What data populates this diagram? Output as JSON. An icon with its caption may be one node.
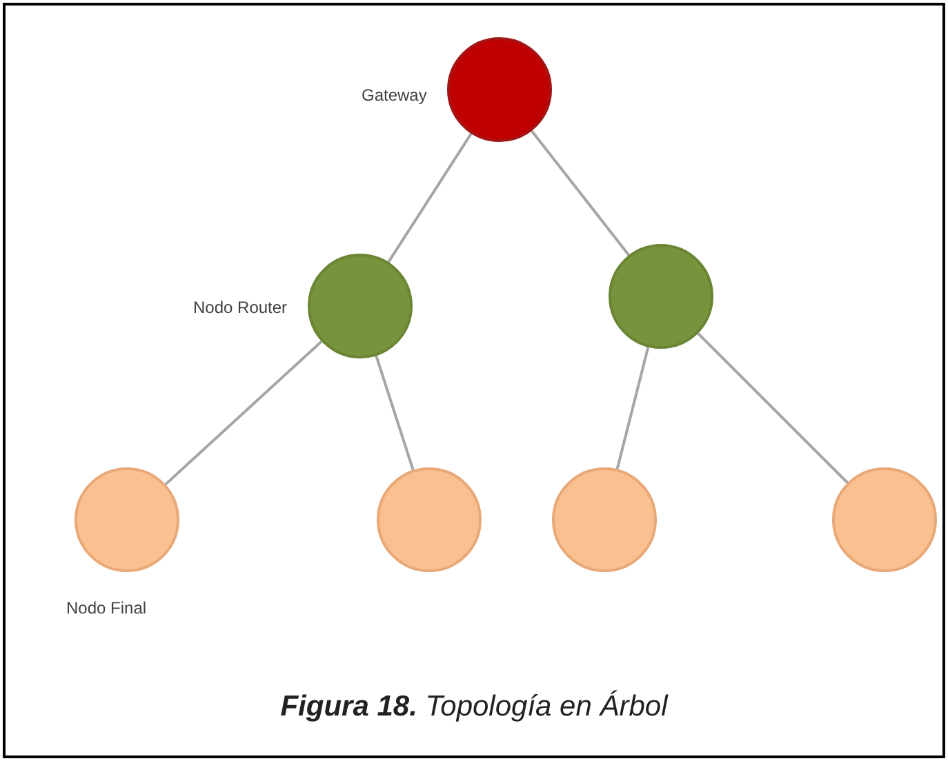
{
  "diagram": {
    "caption": "**Figura 18.** Topología en Árbol",
    "nodes": [
      {
        "text": [],
        "shape": "circle",
        "beside": [
          "Gateway"
        ]
      },
      {
        "text": [],
        "shape": "circle",
        "beside": [
          "Nodo Router"
        ]
      },
      {
        "text": [],
        "shape": "circle"
      },
      {
        "text": [],
        "shape": "circle",
        "beside": [
          "Nodo Final"
        ]
      },
      {
        "text": [],
        "shape": "circle"
      },
      {
        "text": [],
        "shape": "circle"
      },
      {
        "text": [],
        "shape": "circle"
      }
    ],
    "edges": [
      {
        "from": 0,
        "to": 1,
        "arrow": "none"
      },
      {
        "from": 0,
        "to": 2,
        "arrow": "none"
      },
      {
        "from": 1,
        "to": 3,
        "arrow": "none"
      },
      {
        "from": 1,
        "to": 4,
        "arrow": "none"
      },
      {
        "from": 2,
        "to": 5,
        "arrow": "none"
      },
      {
        "from": 2,
        "to": 6,
        "arrow": "none"
      }
    ]
  }
}
